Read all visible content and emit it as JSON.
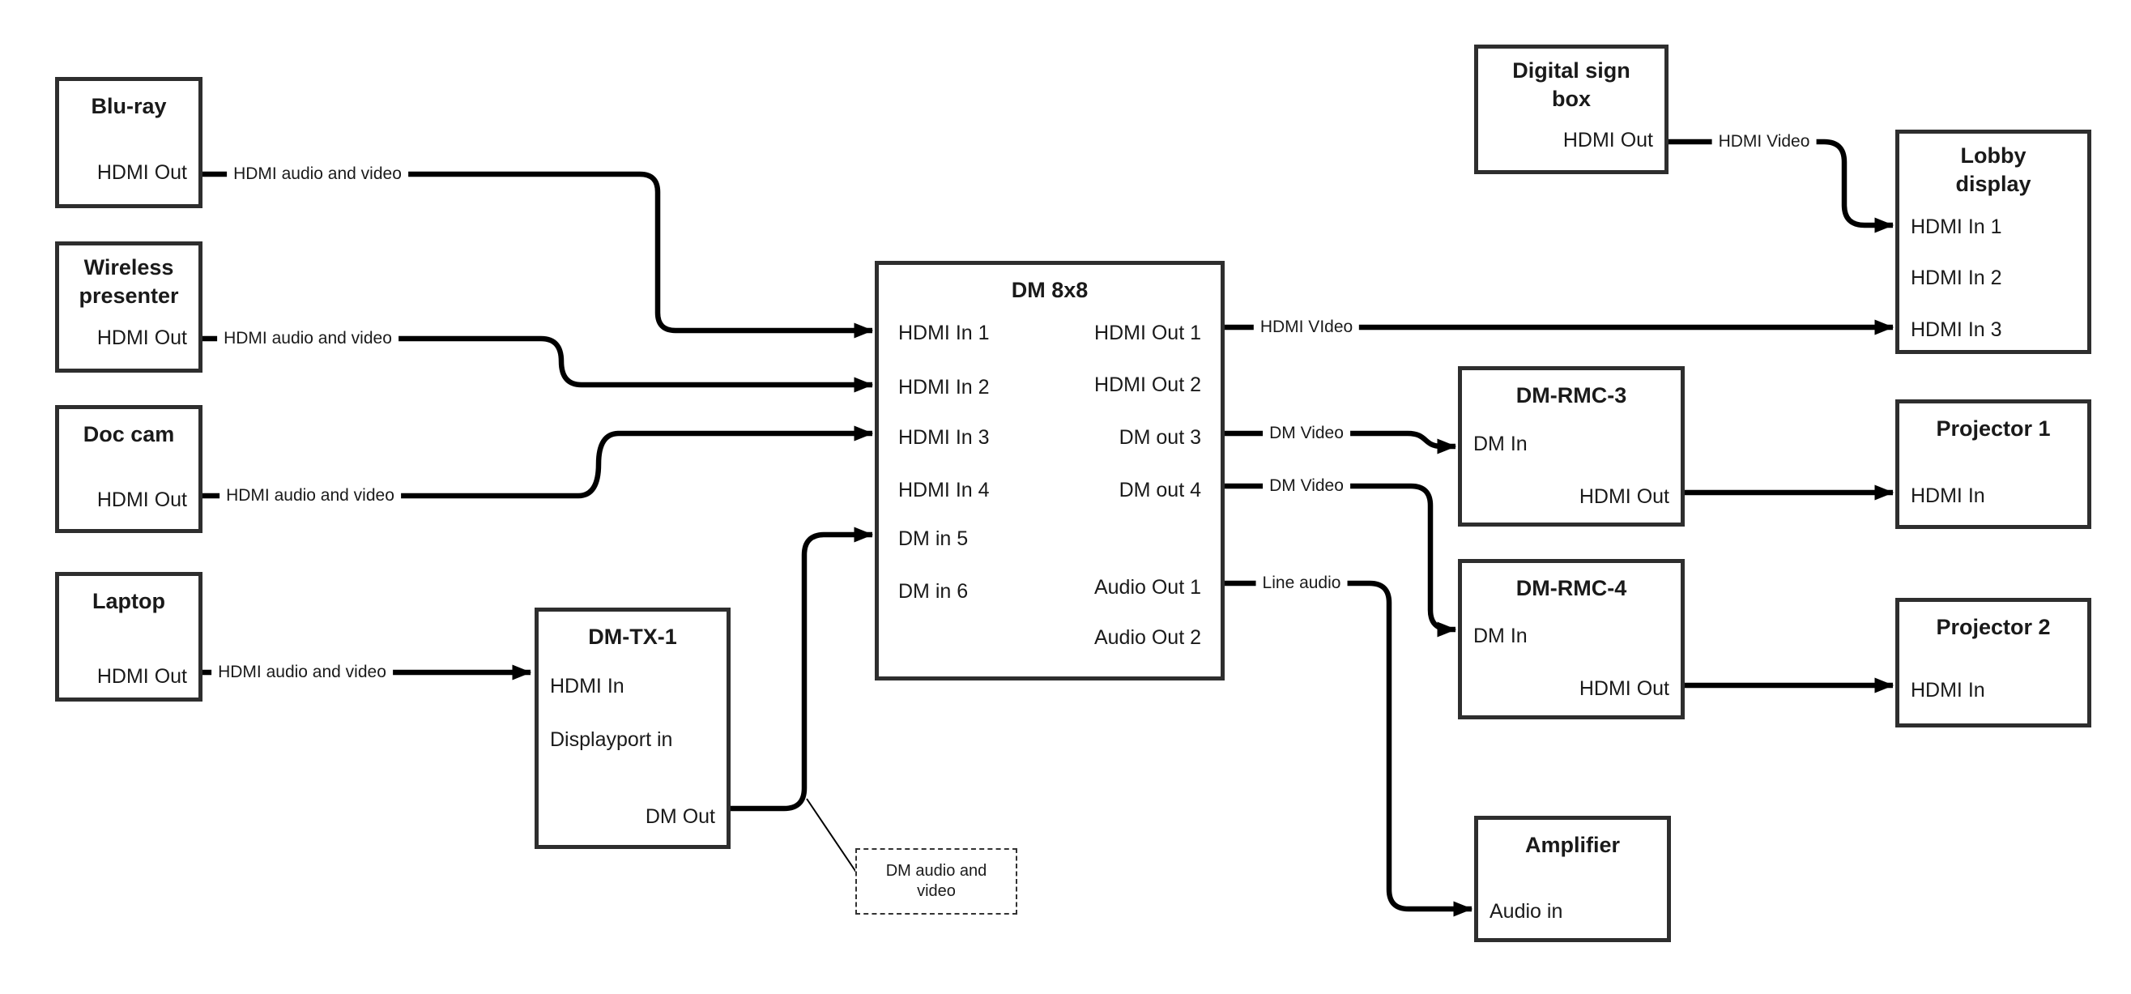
{
  "nodes": {
    "bluray": {
      "title": "Blu-ray",
      "ports": {
        "hdmi_out": "HDMI Out"
      }
    },
    "wireless": {
      "title": "Wireless\npresenter",
      "ports": {
        "hdmi_out": "HDMI Out"
      }
    },
    "doccam": {
      "title": "Doc cam",
      "ports": {
        "hdmi_out": "HDMI Out"
      }
    },
    "laptop": {
      "title": "Laptop",
      "ports": {
        "hdmi_out": "HDMI Out"
      }
    },
    "dmtx1": {
      "title": "DM-TX-1",
      "ports": {
        "hdmi_in": "HDMI In",
        "displayport_in": "Displayport in",
        "dm_out": "DM Out"
      }
    },
    "dm8x8": {
      "title": "DM 8x8",
      "ports": {
        "hdmi_in_1": "HDMI In 1",
        "hdmi_in_2": "HDMI In 2",
        "hdmi_in_3": "HDMI In 3",
        "hdmi_in_4": "HDMI In 4",
        "dm_in_5": "DM in 5",
        "dm_in_6": "DM in 6",
        "hdmi_out_1": "HDMI Out 1",
        "hdmi_out_2": "HDMI Out 2",
        "dm_out_3": "DM out 3",
        "dm_out_4": "DM out 4",
        "audio_out_1": "Audio Out 1",
        "audio_out_2": "Audio Out 2"
      }
    },
    "digitalsign": {
      "title": "Digital sign\nbox",
      "ports": {
        "hdmi_out": "HDMI Out"
      }
    },
    "lobby": {
      "title": "Lobby\ndisplay",
      "ports": {
        "hdmi_in_1": "HDMI In 1",
        "hdmi_in_2": "HDMI In 2",
        "hdmi_in_3": "HDMI In 3"
      }
    },
    "dmrmc3": {
      "title": "DM-RMC-3",
      "ports": {
        "dm_in": "DM In",
        "hdmi_out": "HDMI Out"
      }
    },
    "proj1": {
      "title": "Projector 1",
      "ports": {
        "hdmi_in": "HDMI In"
      }
    },
    "dmrmc4": {
      "title": "DM-RMC-4",
      "ports": {
        "dm_in": "DM In",
        "hdmi_out": "HDMI Out"
      }
    },
    "proj2": {
      "title": "Projector 2",
      "ports": {
        "hdmi_in": "HDMI In"
      }
    },
    "amplifier": {
      "title": "Amplifier",
      "ports": {
        "audio_in": "Audio in"
      }
    }
  },
  "wire_labels": {
    "bluray_to_dm8x8": "HDMI audio and video",
    "wireless_to_dm8x8": "HDMI audio and video",
    "doccam_to_dm8x8": "HDMI audio and video",
    "laptop_to_dmtx1": "HDMI audio and video",
    "hdmi_out_1": "HDMI VIdeo",
    "dm_out_3": "DM Video",
    "dm_out_4": "DM Video",
    "audio_out_1": "Line audio",
    "digitalsign_to_lobby": "HDMI Video"
  },
  "annotation": {
    "text": "DM audio and\nvideo"
  },
  "colors": {
    "wire": "#000000",
    "box_border": "#2e2e2e",
    "text": "#1a1a1a",
    "background": "#ffffff"
  }
}
